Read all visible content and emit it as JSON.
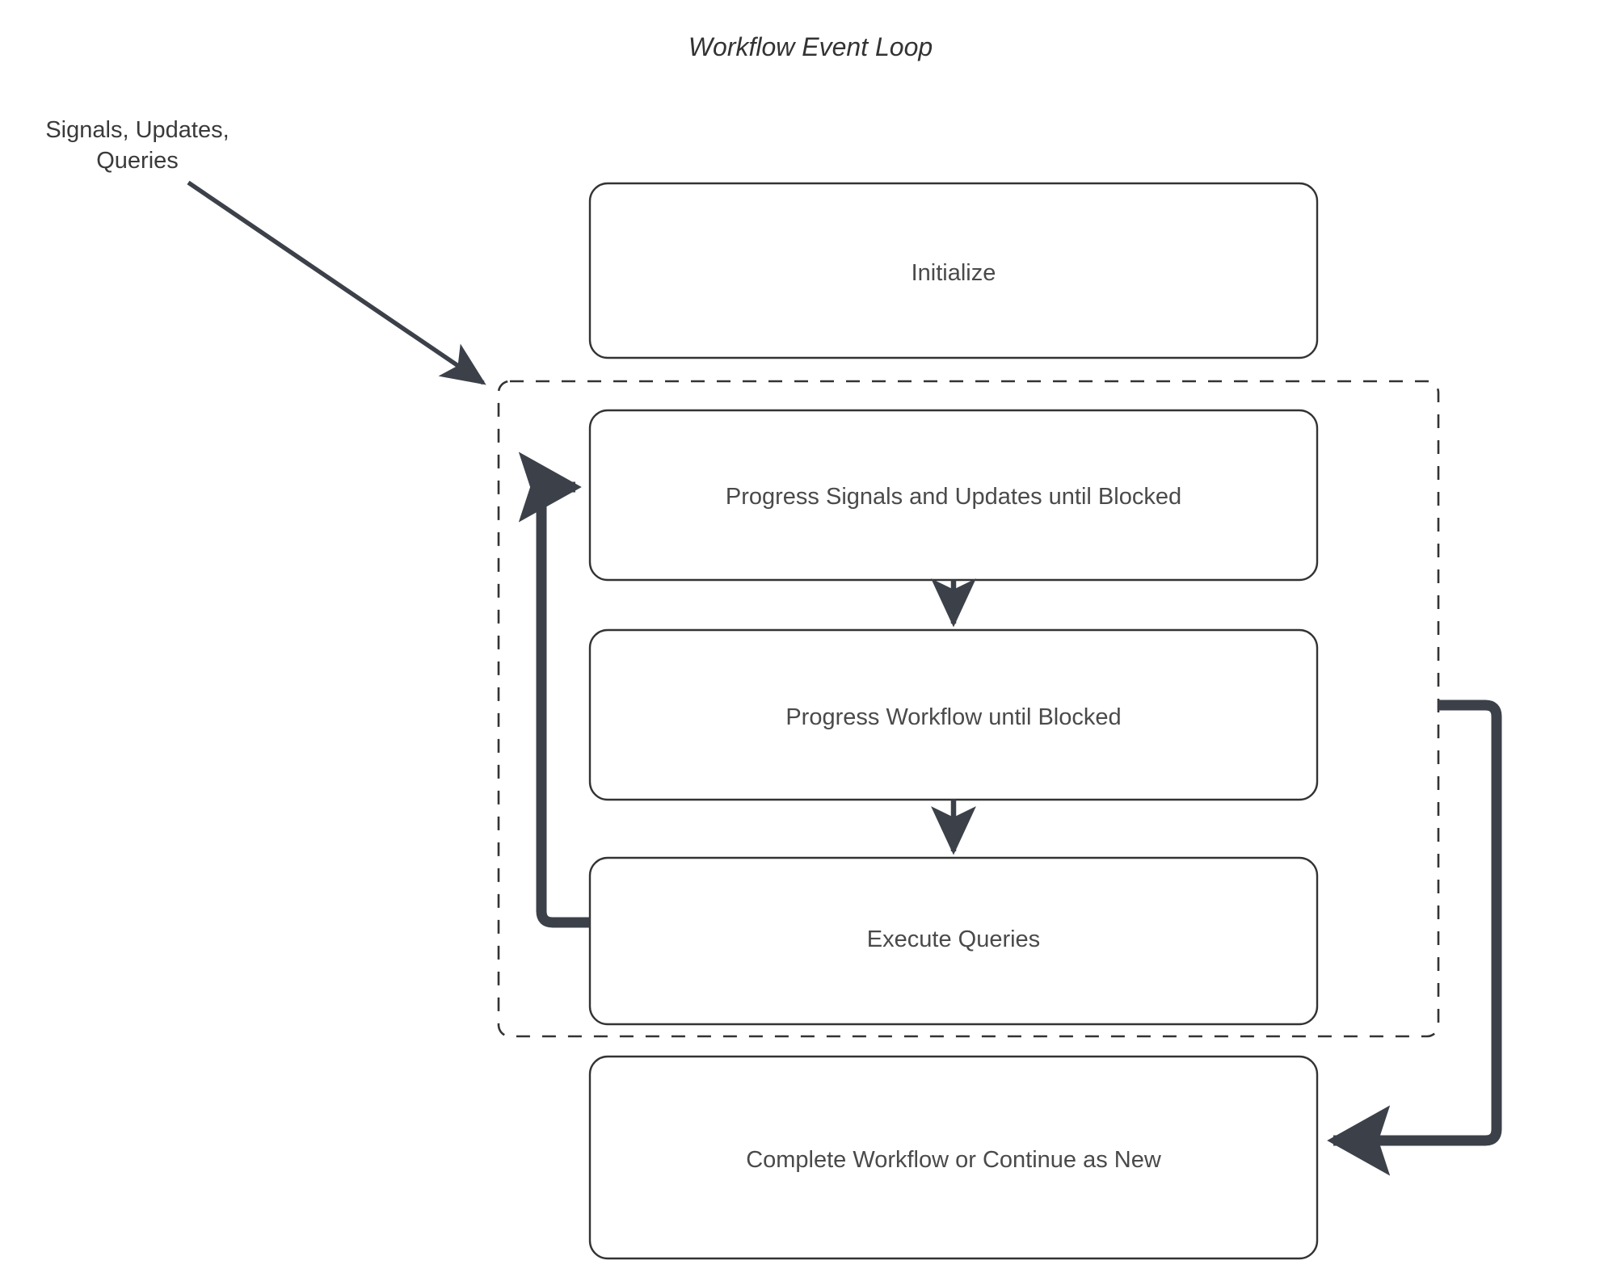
{
  "diagram": {
    "title": "Workflow Event Loop",
    "type": "flowchart",
    "colors": {
      "box_border": "#333333",
      "box_fill": "#ffffff",
      "group_border": "#333333",
      "arrow_thin": "#3c4049",
      "arrow_thick": "#3c4049",
      "text": "#4a4a4a",
      "background": "#ffffff"
    },
    "external_label": {
      "line1": "Signals, Updates,",
      "line2": "Queries"
    },
    "group": {
      "name": "event-loop-group",
      "border_style": "dashed",
      "label": ""
    },
    "nodes": [
      {
        "id": "initialize",
        "label": "Initialize"
      },
      {
        "id": "progress-signals",
        "label": "Progress Signals and Updates until Blocked"
      },
      {
        "id": "progress-workflow",
        "label": "Progress Workflow until Blocked"
      },
      {
        "id": "execute-queries",
        "label": "Execute Queries"
      },
      {
        "id": "complete-workflow",
        "label": "Complete Workflow or Continue as New"
      }
    ],
    "edges": [
      {
        "from": "signals-updates-queries",
        "to": "event-loop-group",
        "style": "thin-diagonal"
      },
      {
        "from": "progress-signals",
        "to": "progress-workflow",
        "style": "thin-vertical"
      },
      {
        "from": "progress-workflow",
        "to": "execute-queries",
        "style": "thin-vertical"
      },
      {
        "from": "execute-queries",
        "to": "progress-signals",
        "style": "thick-loopback-left"
      },
      {
        "from": "event-loop-group",
        "to": "complete-workflow",
        "style": "thick-return-right"
      }
    ]
  }
}
